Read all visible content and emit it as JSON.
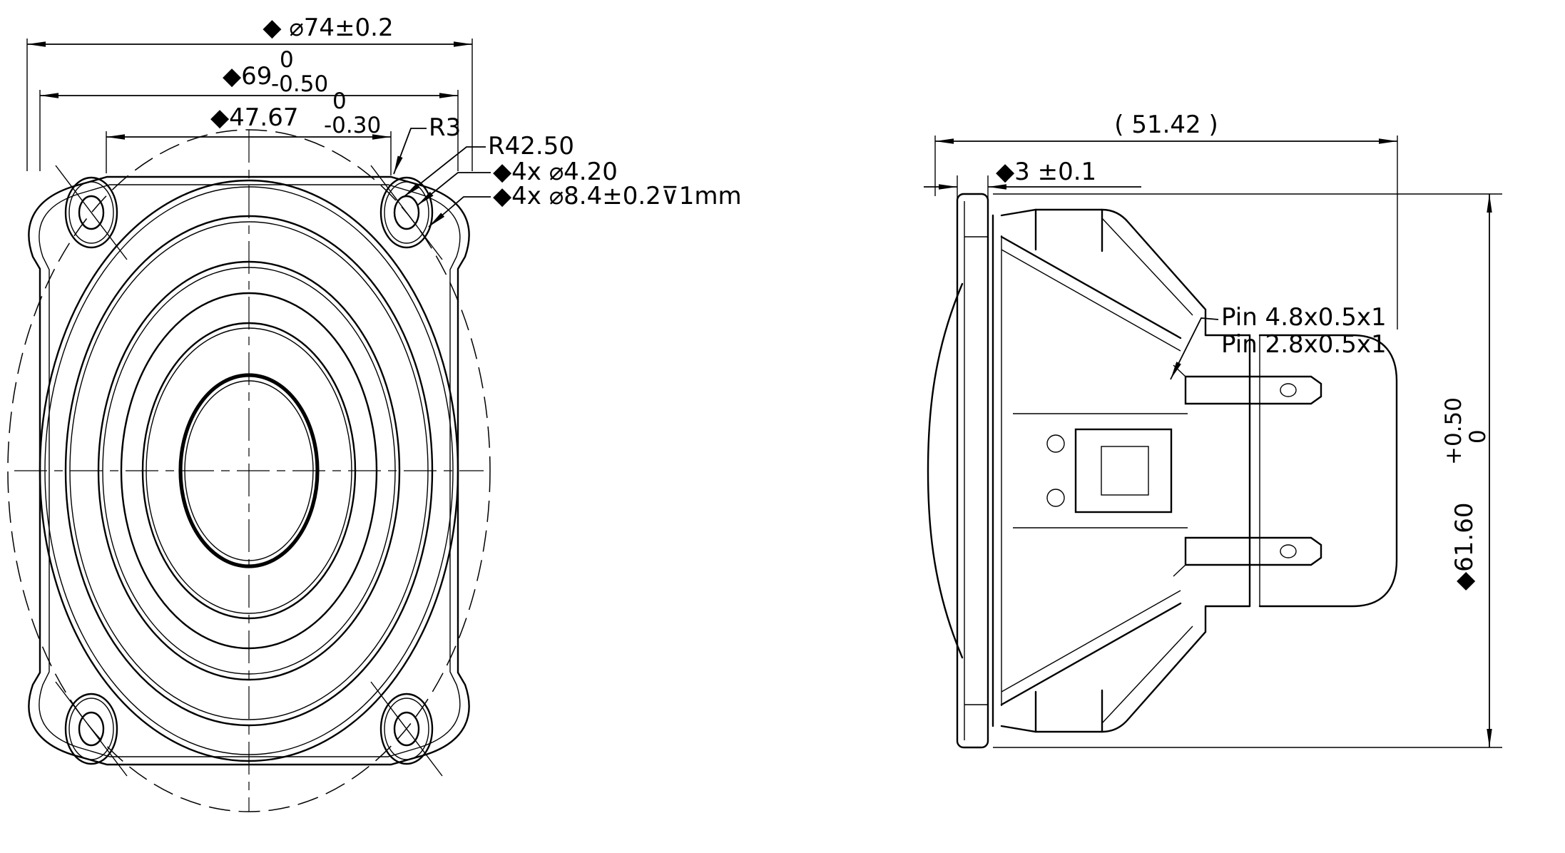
{
  "drawing": {
    "background": "#ffffff",
    "line_color": "#000000",
    "front_view": {
      "overall_width": {
        "label": "◆ ⌀74±0.2"
      },
      "frame_size": {
        "label": "◆69",
        "tol_upper": "0",
        "tol_lower": "-0.50"
      },
      "cutout": {
        "label": "◆47.67",
        "tol_upper": "0",
        "tol_lower": "-0.30"
      },
      "corner_radius": "R3",
      "circumscribed_radius": "R42.50",
      "mounting_holes": "◆4x ⌀4.20",
      "counterbore": "◆4x ⌀8.4±0.2⊽1mm"
    },
    "side_view": {
      "overall_depth": "( 51.42 )",
      "flange_thickness": "◆3 ±0.1",
      "overall_height": {
        "label": "◆61.60",
        "tol_upper": "+0.50",
        "tol_lower": "0"
      },
      "pin_large": "Pin 4.8x0.5x1",
      "pin_small": "Pin 2.8x0.5x1"
    }
  }
}
